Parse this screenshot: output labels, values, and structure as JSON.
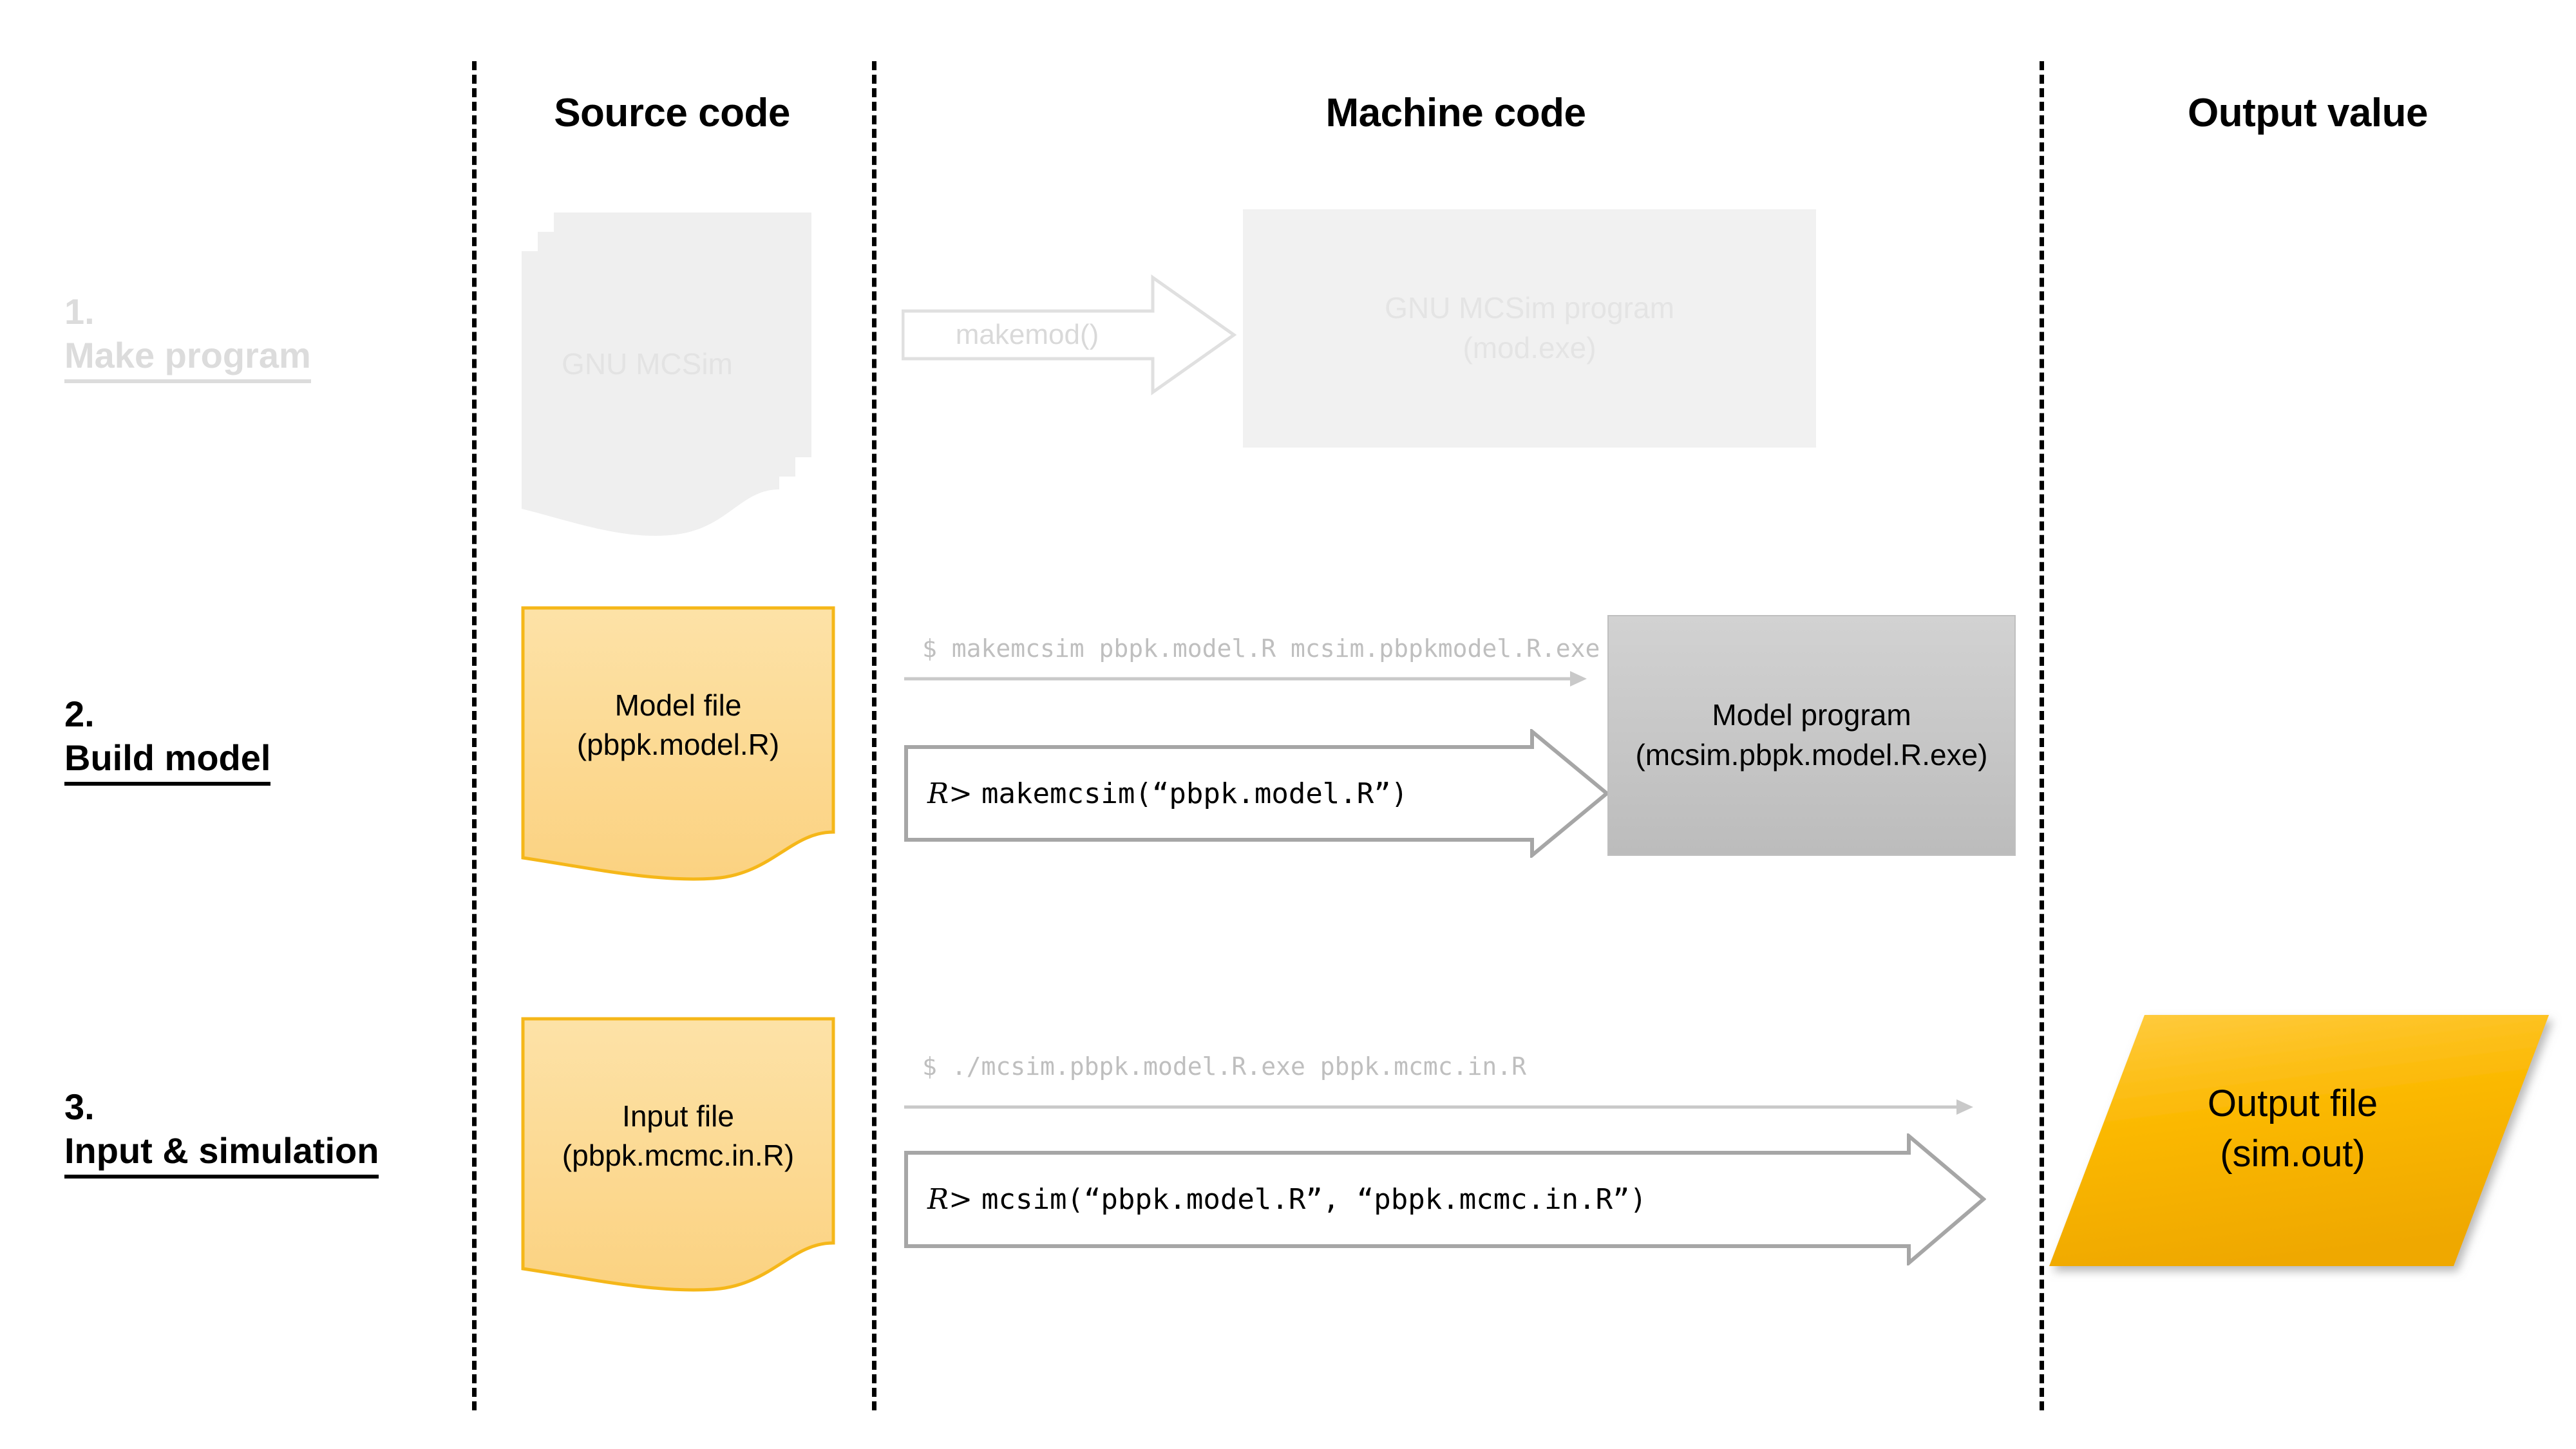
{
  "columns": [
    {
      "id": "source-code",
      "label": "Source code"
    },
    {
      "id": "machine-code",
      "label": "Machine code"
    },
    {
      "id": "output-value",
      "label": "Output value"
    }
  ],
  "stages": [
    {
      "number": "1.",
      "name": "Make program",
      "state": "faded"
    },
    {
      "number": "2.",
      "name": "Build model",
      "state": "active"
    },
    {
      "number": "3.",
      "name": "Input & simulation",
      "state": "active"
    }
  ],
  "rows": {
    "make_program": {
      "source_doc": {
        "line1": "GNU MCSim",
        "line2": ""
      },
      "arrow_label": "makemod()",
      "machine_box": {
        "line1": "GNU MCSim program",
        "line2": "(mod.exe)"
      }
    },
    "build_model": {
      "source_doc": {
        "line1": "Model file",
        "line2": "(pbpk.model.R)"
      },
      "shell_cmd": "$ makemcsim pbpk.model.R mcsim.pbpkmodel.R.exe",
      "r_prompt": "R>",
      "r_cmd": "makemcsim(“pbpk.model.R”)",
      "machine_box": {
        "line1": "Model program",
        "line2": "(mcsim.pbpk.model.R.exe)"
      }
    },
    "input_simulation": {
      "source_doc": {
        "line1": "Input file",
        "line2": "(pbpk.mcmc.in.R)"
      },
      "shell_cmd": "$ ./mcsim.pbpk.model.R.exe pbpk.mcmc.in.R",
      "r_prompt": "R>",
      "r_cmd": "mcsim(“pbpk.model.R”, “pbpk.mcmc.in.R”)",
      "output_file": {
        "line1": "Output file",
        "line2": "(sim.out)"
      }
    }
  },
  "colors": {
    "file_fill_top": "#FDE2A7",
    "file_fill_bottom": "#FBD281",
    "file_stroke": "#F5B719",
    "output_fill_top": "#FFC322",
    "output_fill_bottom": "#F0A800",
    "program_fill": "#C8C8C8",
    "ghost": "#EFEFEF",
    "ghost_text": "#E2E2E2",
    "arrow_stroke": "#A6A6A6",
    "shell_text": "#BFBFBF",
    "divider": "#000000"
  }
}
